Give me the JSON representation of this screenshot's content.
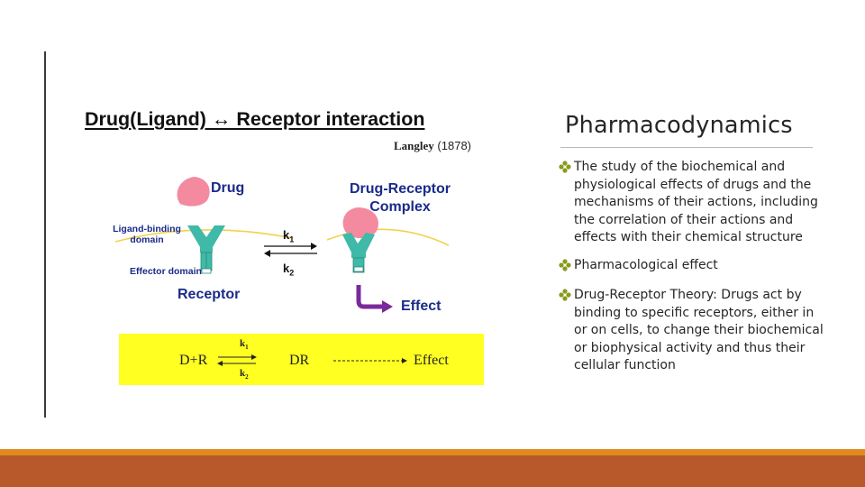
{
  "figure": {
    "title": "Drug(Ligand) ↔ Receptor interaction",
    "citation_name": "Langley",
    "citation_year": "(1878)",
    "drug_label": "Drug",
    "complex_label_line1": "Drug-Receptor",
    "complex_label_line2": "Complex",
    "ligand_label_line1": "Ligand-binding",
    "ligand_label_line2": "domain",
    "effector_label": "Effector domain",
    "receptor_label": "Receptor",
    "effect_label": "Effect",
    "k1": "k",
    "k1_sub": "1",
    "k2": "k",
    "k2_sub": "2",
    "equation": {
      "reactants": "D+R",
      "complex": "DR",
      "effect": "Effect",
      "k1": "k",
      "k1_sub": "1",
      "k2": "k",
      "k2_sub": "2"
    },
    "colors": {
      "drug": "#f38aa0",
      "receptor": "#3fb9a8",
      "membrane": "#f2d24a",
      "label_blue": "#1a2b8a",
      "effect_arrow": "#7a2a9a",
      "equation_box": "#ffff22"
    }
  },
  "content": {
    "heading": "Pharmacodynamics",
    "bullets": [
      "The study of the biochemical and physiological effects of drugs and the mechanisms of their actions, including the correlation of their actions and effects with their chemical structure",
      "Pharmacological effect",
      "Drug-Receptor Theory: Drugs act by binding to specific receptors, either in or on cells, to change their biochemical or biophysical activity and thus their cellular function"
    ],
    "bullet_icon": "diamond-bullet-icon",
    "bullet_color": "#8a9a1a"
  },
  "theme": {
    "accent_top": "#e0891f",
    "accent_bottom": "#b7592a"
  }
}
